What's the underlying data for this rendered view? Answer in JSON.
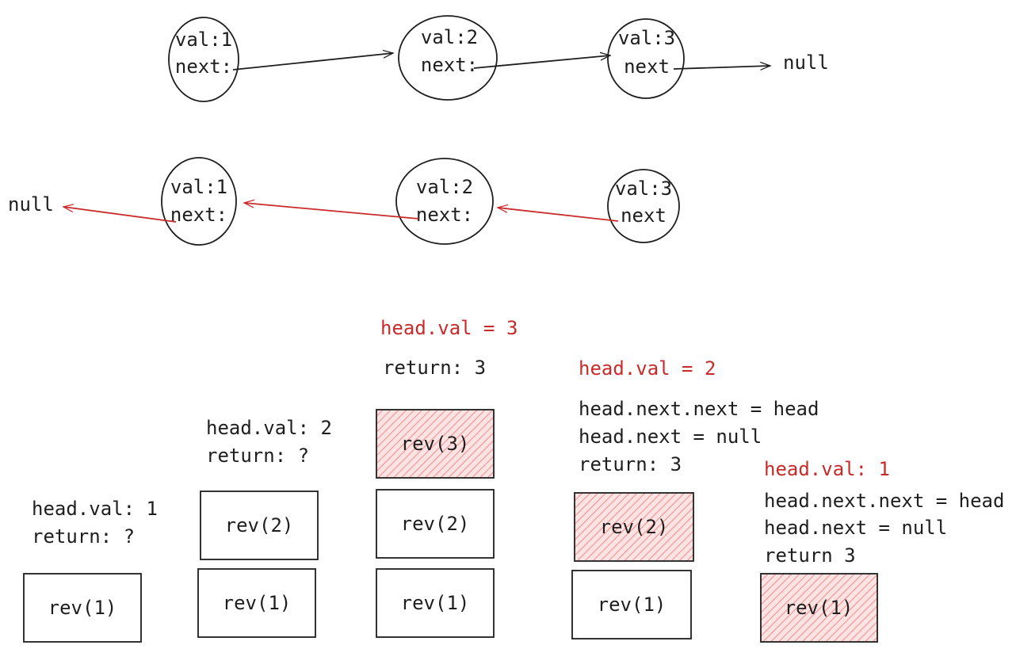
{
  "list_forward": {
    "nodes": [
      {
        "val": "val:1",
        "next": "next:"
      },
      {
        "val": "val:2",
        "next": "next:"
      },
      {
        "val": "val:3",
        "next": "next"
      }
    ],
    "terminal": "null"
  },
  "list_reversed": {
    "nodes": [
      {
        "val": "val:1",
        "next": "next:"
      },
      {
        "val": "val:2",
        "next": "next:"
      },
      {
        "val": "val:3",
        "next": "next"
      }
    ],
    "terminal": "null"
  },
  "colors": {
    "ink": "#1e1e1e",
    "accent": "#c92a2a",
    "hatch_fill": "#ffc9c9"
  },
  "stacks": [
    {
      "notes": [
        "head.val: 1",
        "return: ?"
      ],
      "frames": [
        "rev(1)"
      ]
    },
    {
      "notes": [
        "head.val: 2",
        "return: ?"
      ],
      "frames": [
        "rev(2)",
        "rev(1)"
      ]
    },
    {
      "heading": "head.val = 3",
      "notes": [
        "return: 3"
      ],
      "frames": [
        "rev(3)",
        "rev(2)",
        "rev(1)"
      ]
    },
    {
      "heading": "head.val = 2",
      "notes": [
        "head.next.next = head",
        "head.next = null",
        "return: 3"
      ],
      "frames": [
        "rev(2)",
        "rev(1)"
      ]
    },
    {
      "heading": "head.val: 1",
      "notes": [
        "head.next.next = head",
        "head.next = null",
        "return 3"
      ],
      "frames": [
        "rev(1)"
      ]
    }
  ]
}
